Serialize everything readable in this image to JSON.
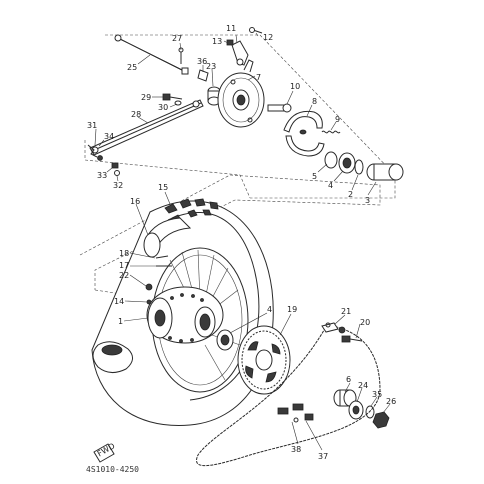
{
  "diagram": {
    "labels": {
      "p1": "1",
      "p2": "2",
      "p3": "3",
      "p4a": "4",
      "p4b": "4",
      "p5": "5",
      "p6": "6",
      "p7": "7",
      "p8": "8",
      "p9": "9",
      "p10": "10",
      "p11": "11",
      "p12": "12",
      "p13": "13",
      "p14": "14",
      "p15": "15",
      "p16": "16",
      "p17": "17",
      "p18": "18",
      "p19": "19",
      "p20": "20",
      "p21": "21",
      "p22": "22",
      "p23": "23",
      "p24": "24",
      "p25": "25",
      "p26": "26",
      "p27": "27",
      "p28": "28",
      "p29": "29",
      "p30": "30",
      "p31": "31",
      "p32": "32",
      "p33": "33",
      "p34": "34",
      "p35": "35",
      "p36": "36",
      "p37": "37",
      "p38": "38"
    },
    "front_marker": "FWD",
    "figure_code": "4S1010-4250"
  }
}
